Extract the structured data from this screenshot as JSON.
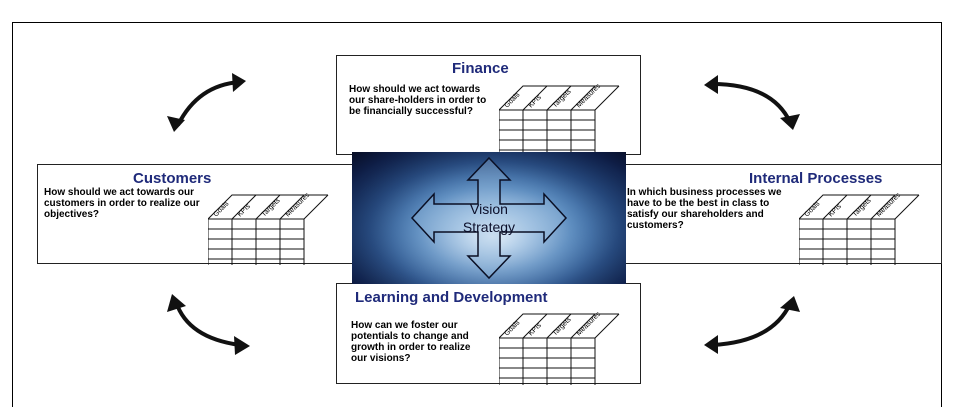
{
  "finance": {
    "title": "Finance",
    "question": "How should we act towards our share-holders in order to be financially successful?"
  },
  "customers": {
    "title": "Customers",
    "question": "How should we act towards our customers in order to realize our objectives?"
  },
  "internal": {
    "title": "Internal Processes",
    "question": "In which business processes we have to be the best in class to satisfy our shareholders and customers?"
  },
  "learning": {
    "title": "Learning and Development",
    "question": "How can we foster our potentials to change and growth in order to realize our visions?"
  },
  "columns": [
    "Goals",
    "KPIs",
    "Targets",
    "Measures"
  ],
  "center": {
    "line1": "Vision",
    "line2": "Strategy"
  }
}
